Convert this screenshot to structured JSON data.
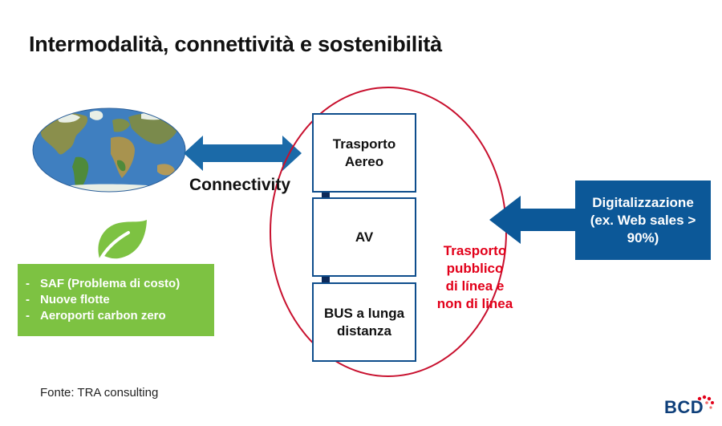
{
  "title": "Intermodalità, connettività e sostenibilità",
  "connectivity_label": "Connectivity",
  "boxes": {
    "air": "Trasporto\nAereo",
    "av": "AV",
    "bus": "BUS a lunga\ndistanza"
  },
  "circle_label": "Trasporto\npubblico\n di línea e\nnon di linea",
  "digital_box": "Digitalizzazione\n(ex. Web sales >\n90%)",
  "sustainability_items": [
    "SAF (Problema di costo)",
    "Nuove flotte",
    "Aeroporti carbon zero"
  ],
  "source": "Fonte: TRA consulting",
  "logo_text": "BCD",
  "icons": {
    "globe": "world-map-icon",
    "leaf": "leaf-icon",
    "arrows": "double-arrow-icon"
  },
  "colors": {
    "navy": "#0e4d8c",
    "arrow_blue": "#1b6aa8",
    "dark_navy": "#0c2a5a",
    "red": "#e2001a",
    "green": "#7dc242",
    "digital_box": "#0c5898"
  }
}
